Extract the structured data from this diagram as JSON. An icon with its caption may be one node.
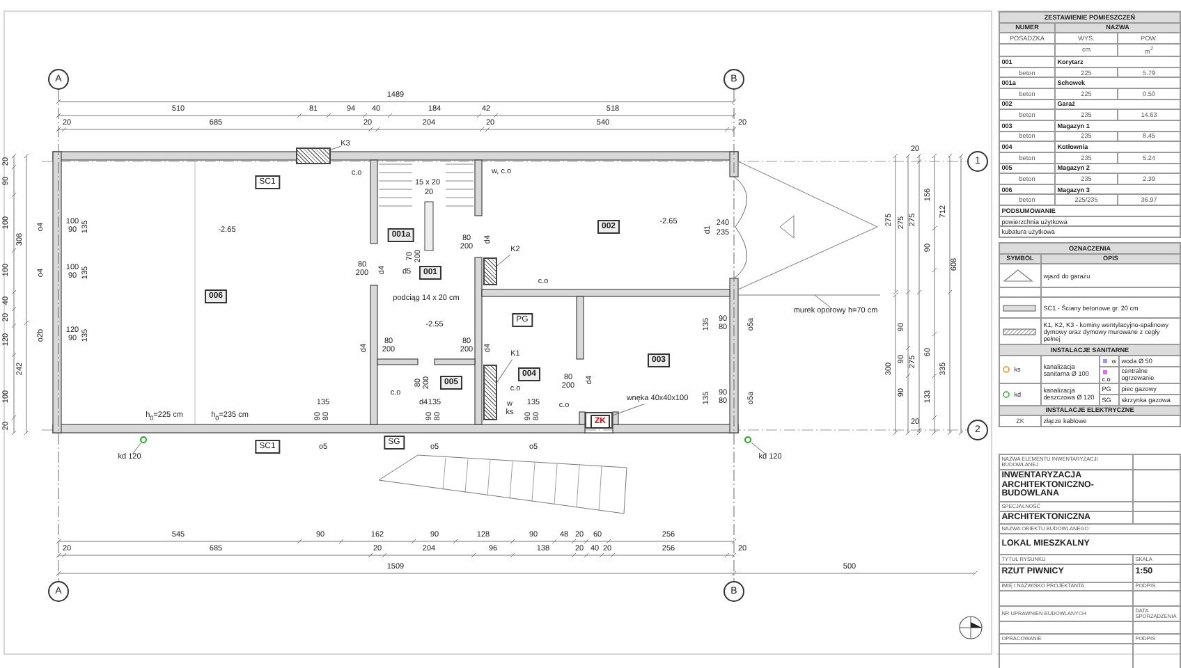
{
  "diagram": {
    "nodes": [
      {
        "text": [
          "006"
        ]
      },
      {
        "text": [
          "001a"
        ]
      },
      {
        "text": [
          "001"
        ]
      },
      {
        "text": [
          "002"
        ]
      },
      {
        "text": [
          "003"
        ]
      },
      {
        "text": [
          "004"
        ]
      },
      {
        "text": [
          "005"
        ]
      },
      {
        "text": [
          "SC1"
        ]
      },
      {
        "text": [
          "SC1"
        ]
      },
      {
        "text": [
          "SG"
        ]
      },
      {
        "text": [],
        "shape": "box"
      },
      {
        "text": [
          "ZK"
        ],
        "in": 10
      },
      {
        "text": [
          "PG"
        ]
      },
      {
        "text": [
          "A"
        ]
      },
      {
        "text": [
          "B"
        ]
      },
      {
        "text": [
          "A"
        ]
      },
      {
        "text": [
          "B"
        ]
      },
      {
        "text": [
          "1"
        ]
      },
      {
        "text": [
          "2"
        ]
      },
      {
        "text": [
          "K3"
        ]
      },
      {
        "text": [
          "K2"
        ]
      },
      {
        "text": [
          "K1"
        ]
      },
      {
        "text": [
          "murek oporowy h=70 cm"
        ]
      },
      {
        "text": [
          "wnęka 40x40x100"
        ]
      },
      {
        "text": [
          "kd 120"
        ]
      },
      {
        "text": [
          "kd 120"
        ]
      },
      {
        "text": [],
        "shape": "circle"
      },
      {
        "text": [],
        "shape": "circle"
      },
      {
        "text": [],
        "shape": "box"
      },
      {
        "text": [],
        "shape": "box"
      },
      {
        "text": [],
        "shape": "box"
      }
    ],
    "edges": [
      {
        "from": 13,
        "to": 15,
        "arrow": "none",
        "style": "dashed"
      },
      {
        "from": 14,
        "to": 16,
        "arrow": "none",
        "style": "dashed"
      },
      {
        "from": 19,
        "to": 28,
        "arrow": "none"
      },
      {
        "from": 20,
        "to": 29,
        "arrow": "none"
      },
      {
        "from": 21,
        "to": 30,
        "arrow": "none"
      },
      {
        "from": 22,
        "to": null,
        "arrow": "none"
      },
      {
        "from": 23,
        "to": 10,
        "arrow": "none"
      },
      {
        "from": 24,
        "to": 26,
        "arrow": "none"
      },
      {
        "from": 25,
        "to": 27,
        "arrow": "none"
      }
    ],
    "labels": [
      "1489",
      "510",
      "81",
      "94",
      "40",
      "184",
      "42",
      "518",
      "20",
      "685",
      "20",
      "204",
      "20",
      "540",
      "20",
      "20",
      "90",
      "100",
      "100",
      "40",
      "20",
      "120",
      "100",
      "20",
      "308",
      "242",
      "o4",
      "100",
      "90",
      "135",
      "o4",
      "100",
      "90",
      "135",
      "o2b",
      "120",
      "90",
      "135",
      "-2.65",
      "15 x 20",
      "20",
      "c.o",
      "w, c.o",
      "-2.65",
      "80",
      "200",
      "d4",
      "70",
      "200",
      "d5",
      "80",
      "200",
      "d4",
      "podciąg 14 x 20 cm",
      "-2.55",
      "80",
      "200",
      "d4",
      "80",
      "200",
      "d4",
      "80",
      "200",
      "d4",
      "c.o",
      "h$_{0}$=225 cm",
      "h$_{0}$=235 cm",
      "135",
      "90",
      "80",
      "o5",
      "135",
      "90",
      "80",
      "o5",
      "c.o",
      "c.o",
      "w",
      "ks",
      "135",
      "90",
      "80",
      "o5",
      "80",
      "200",
      "d4",
      "c.o",
      "d1",
      "240",
      "235",
      "135",
      "90",
      "80",
      "o5a",
      "135",
      "90",
      "80",
      "o5a",
      "20",
      "275",
      "275",
      "275",
      "156",
      "90",
      "712",
      "608",
      "300",
      "90",
      "90",
      "90",
      "275",
      "60",
      "335",
      "133",
      "20",
      "545",
      "90",
      "162",
      "90",
      "128",
      "90",
      "48",
      "20",
      "60",
      "256",
      "20",
      "685",
      "20",
      "204",
      "96",
      "138",
      "20",
      "40",
      "20",
      "256",
      "20",
      "1509",
      "500",
      "ZESTAWIENIE POMIESZCZEŃ",
      "NUMER",
      "NAZWA",
      "POSADZKA",
      "WYS.",
      "POW.",
      "cm",
      "m$^{2}$",
      "001",
      "Korytarz",
      "beton",
      "225",
      "5.79",
      "001a",
      "Schowek",
      "beton",
      "225",
      "0.50",
      "002",
      "Garaż",
      "beton",
      "235",
      "14.63",
      "003",
      "Magazyn 1",
      "beton",
      "235",
      "8.45",
      "004",
      "Kotłownia",
      "beton",
      "235",
      "5.24",
      "005",
      "Magazyn 2",
      "beton",
      "235",
      "2.39",
      "006",
      "Magazyn 3",
      "beton",
      "225/235",
      "36.97",
      "PODSUMOWANIE",
      "powierzchnia użytkowa",
      "kubatura użytkowa",
      "OZNACZENIA",
      "SYMBOL",
      "OPIS",
      "wjazd do garażu",
      "SC1 - Ściany betonowe gr. 20 cm",
      "K1, K2, K3 - kominy wentylacyjno-spalinowy dymowy oraz dymowy murowane z cegły pełnej",
      "INSTALACJE SANITARNE",
      "ks",
      "kanalizacja sanitarna Ø 100",
      "w",
      "woda Ø 50",
      "c.o",
      "centralne ogrzewanie",
      "kd",
      "kanalizacja deszczowa Ø 120",
      "PG",
      "piec gazowy",
      "SG",
      "skrzynka gazowa",
      "INSTALACJE ELEKTRYCZNE",
      "ZK",
      "złącze kablowe",
      "NAZWA ELEMENTU INWENTARYZACJI BUDOWLANEJ",
      "INWENTARYZACJA ARCHITEKTONICZNO-BUDOWLANA",
      "SPECJALNOŚĆ",
      "ARCHITEKTONICZNA",
      "NAZWA OBIEKTU BUDOWLANEGO",
      "LOKAL MIESZKALNY",
      "TYTUŁ RYSUNKU",
      "RZUT PIWNICY",
      "SKALA",
      "1:50",
      "IMIĘ I NAZWISKO PROJEKTANTA",
      "PODPIS",
      "NR UPRAWNIEŃ BUDOWLANYCH",
      "DATA SPORZĄDZENIA",
      "OPRACOWANIE",
      "PODPIS"
    ]
  }
}
